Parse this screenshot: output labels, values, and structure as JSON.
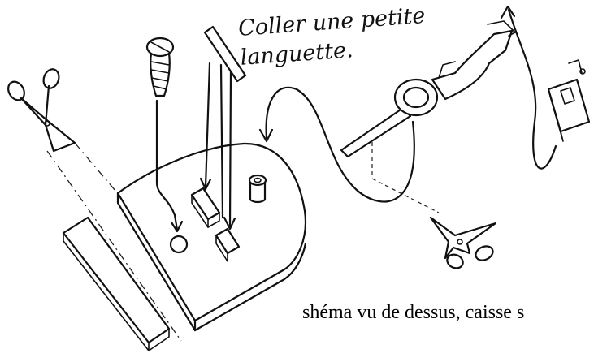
{
  "note": {
    "line1": "Coller une petite",
    "line2": "languette."
  },
  "caption": "shéma vu de dessus, caisse s",
  "colors": {
    "ink": "#111111",
    "paper": "#ffffff"
  },
  "icons": [
    "scissors-icon",
    "screw-icon",
    "tab-strip-icon",
    "pickup-arm-icon",
    "cartridge-icon"
  ]
}
